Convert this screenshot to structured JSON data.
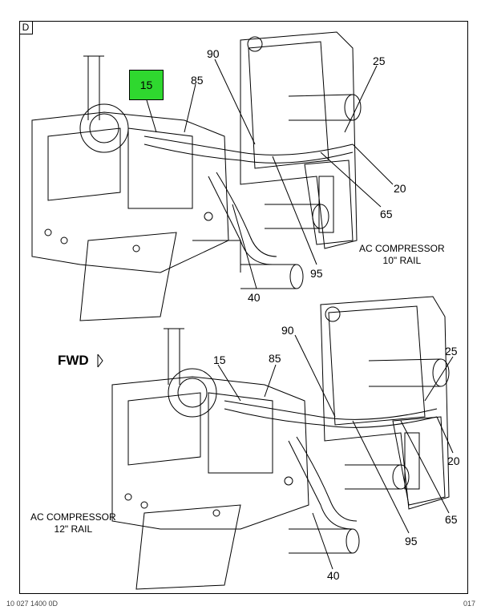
{
  "view_letter": "D",
  "highlighted_callout": "15",
  "fwd_label": "FWD",
  "views": {
    "top": {
      "note_line1": "AC COMPRESSOR",
      "note_line2": "10\" RAIL",
      "callouts": [
        "90",
        "85",
        "25",
        "20",
        "65",
        "95",
        "40"
      ]
    },
    "bottom": {
      "note_line1": "AC COMPRESSOR",
      "note_line2": "12\" RAIL",
      "callouts": [
        "90",
        "15",
        "85",
        "25",
        "20",
        "65",
        "95",
        "40"
      ]
    }
  },
  "footer": {
    "left": "10 027 1400 0D",
    "right": "017"
  },
  "colors": {
    "highlight": "#2fd82f",
    "line": "#000000"
  }
}
